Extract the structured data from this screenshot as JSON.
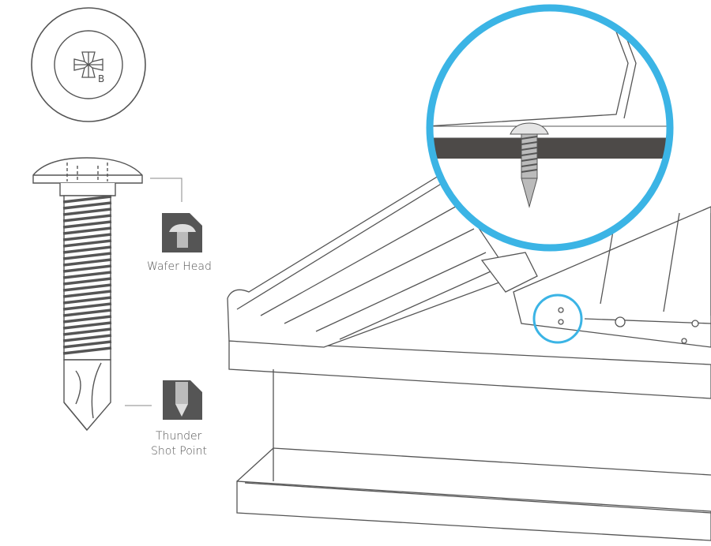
{
  "drive_badge": {
    "letter": "B",
    "icon": "phillips-drive-icon"
  },
  "labels": {
    "wafer_head": "Wafer Head",
    "thunder_line1": "Thunder",
    "thunder_line2": "Shot Point"
  },
  "colors": {
    "accent": "#3bb4e5",
    "line": "#555555",
    "thumb": "#555555",
    "panel_dark": "#4d4a48"
  }
}
